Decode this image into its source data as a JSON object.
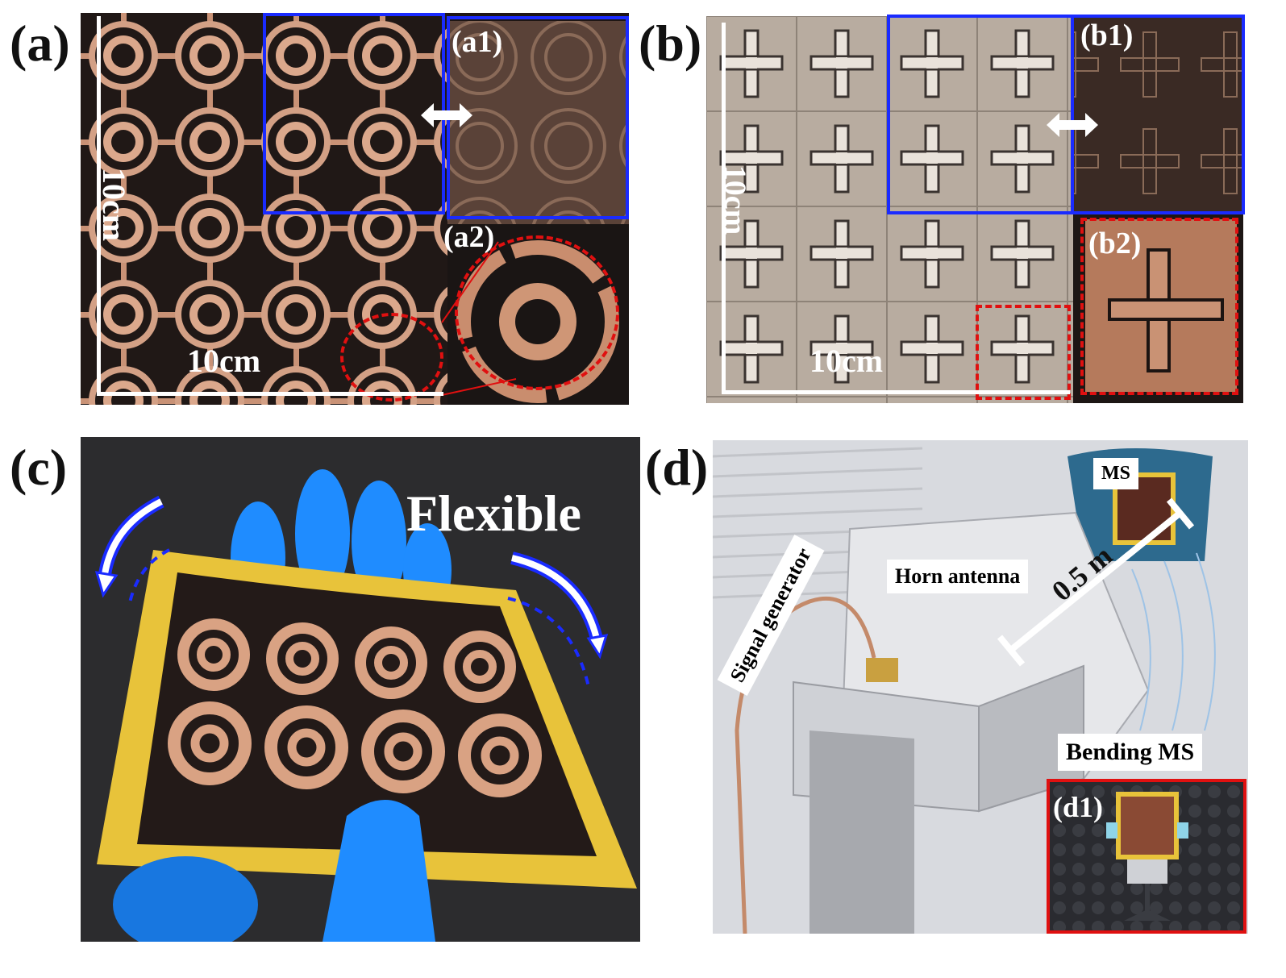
{
  "panels": {
    "a": {
      "label": "(a)",
      "inset1_label": "(a1)",
      "inset2_label": "(a2)",
      "dim_vertical": "10cm",
      "dim_horizontal": "10cm"
    },
    "b": {
      "label": "(b)",
      "inset1_label": "(b1)",
      "inset2_label": "(b2)",
      "dim_vertical": "10cm",
      "dim_horizontal": "10cm"
    },
    "c": {
      "label": "(c)",
      "caption": "Flexible"
    },
    "d": {
      "label": "(d)",
      "ms_label": "MS",
      "horn_label": "Horn antenna",
      "signal_label": "Signal generator",
      "distance_label": "0.5 m",
      "bending_label": "Bending MS",
      "inset_label": "(d1)"
    }
  },
  "colors": {
    "highlight_blue": "#1a2bff",
    "highlight_red": "#e01010",
    "copper": "#d9a283",
    "substrate": "#2a2220",
    "glove_blue": "#1f8cff",
    "tape_yellow": "#e8c33a"
  }
}
